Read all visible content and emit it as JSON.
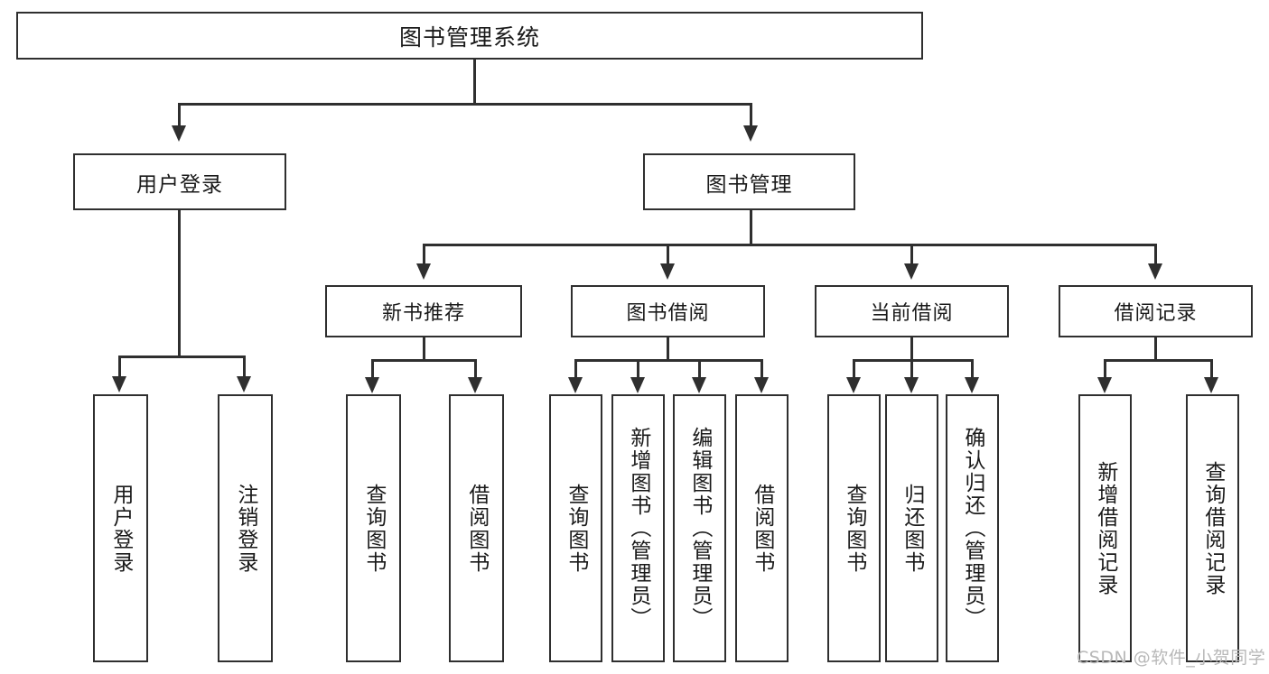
{
  "diagram": {
    "type": "tree-hierarchy-chart",
    "title": "图书管理系统",
    "root": {
      "label": "图书管理系统"
    },
    "level2": [
      {
        "label": "用户登录"
      },
      {
        "label": "图书管理"
      }
    ],
    "level3": [
      {
        "label": "新书推荐"
      },
      {
        "label": "图书借阅"
      },
      {
        "label": "当前借阅"
      },
      {
        "label": "借阅记录"
      }
    ],
    "leaves": {
      "user_login": [
        {
          "label": "用户登录"
        },
        {
          "label": "注销登录"
        }
      ],
      "new_book_recommend": [
        {
          "label": "查询图书"
        },
        {
          "label": "借阅图书"
        }
      ],
      "book_borrow": [
        {
          "label": "查询图书"
        },
        {
          "label": "新增图书（管理员）"
        },
        {
          "label": "编辑图书（管理员）"
        },
        {
          "label": "借阅图书"
        }
      ],
      "current_borrow": [
        {
          "label": "查询图书"
        },
        {
          "label": "归还图书"
        },
        {
          "label": "确认归还（管理员）"
        }
      ],
      "borrow_record": [
        {
          "label": "新增借阅记录"
        },
        {
          "label": "查询借阅记录"
        }
      ]
    },
    "watermark": "CSDN @软件_小贺同学",
    "colors": {
      "stroke": "#2f2f2f",
      "fill": "#ffffff",
      "text": "#1a1a1a",
      "watermark": "#b8b8b8"
    }
  }
}
